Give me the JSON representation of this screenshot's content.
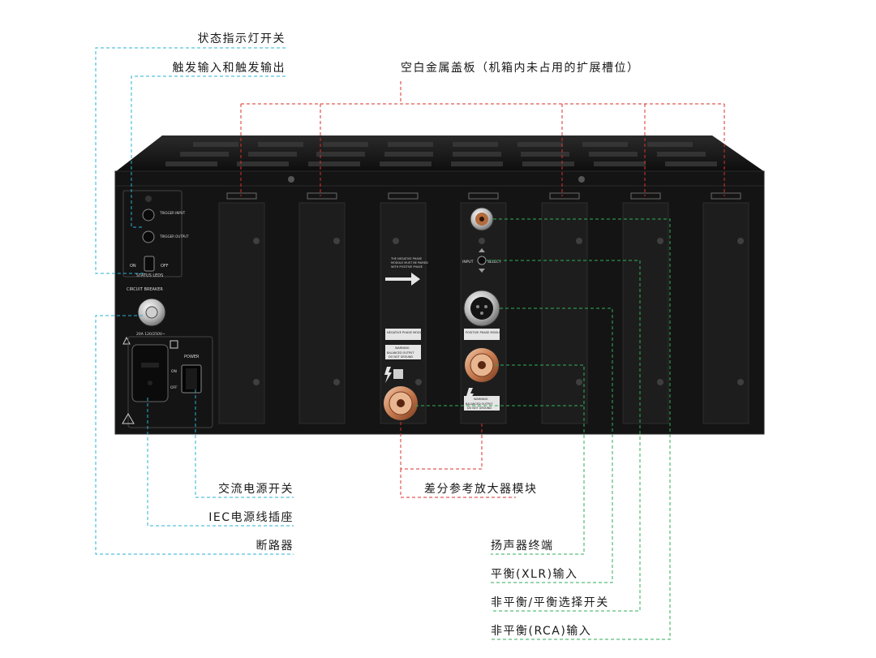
{
  "colors": {
    "blue_leader": "#2bb0d6",
    "red_leader": "#d9312b",
    "green_leader": "#2fae5a",
    "chassis": "#141414",
    "label_text": "#1a1a1a"
  },
  "callouts": {
    "status_led_switch": "状态指示灯开关",
    "trigger_io": "触发输入和触发输出",
    "blank_cover": "空白金属盖板（机箱内未占用的扩展槽位）",
    "ac_power_switch": "交流电源开关",
    "iec_inlet": "IEC电源线插座",
    "breaker": "断路器",
    "diff_amp_module": "差分参考放大器模块",
    "speaker_terminals": "扬声器终端",
    "xlr_input": "平衡(XLR)输入",
    "input_select_switch": "非平衡/平衡选择开关",
    "rca_input": "非平衡(RCA)输入"
  },
  "panel": {
    "trigger_input": "TRIGGER INPUT",
    "trigger_output": "TRIGGER OUTPUT",
    "on": "ON",
    "off": "OFF",
    "status_leds": "STATUS LEDS",
    "circuit_breaker": "CIRCUIT BREAKER",
    "fuse_rating": "20A 120/250V~",
    "power": "POWER",
    "input": "INPUT",
    "select": "SELECT",
    "negative_phase_module": "NEGATIVE PHASE MODULE",
    "positive_phase_module": "POSITIVE PHASE MODULE",
    "warning": "WARNING",
    "balanced_output": "BALANCED OUTPUT",
    "do_not_ground": "DO NOT GROUND"
  }
}
